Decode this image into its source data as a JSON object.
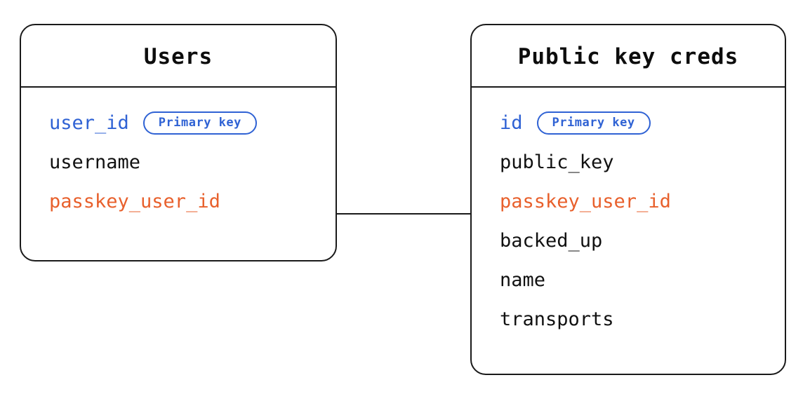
{
  "diagram": {
    "type": "entity-relationship-diagram",
    "background_color": "#ffffff",
    "colors": {
      "border": "#1a1a1a",
      "text": "#111111",
      "primary_key": "#2f62d4",
      "foreign_key": "#e8602c"
    },
    "entities": [
      {
        "id": "users",
        "title": "Users",
        "fields": [
          {
            "name": "user_id",
            "role": "pk",
            "badge": "Primary key"
          },
          {
            "name": "username",
            "role": "plain",
            "badge": null
          },
          {
            "name": "passkey_user_id",
            "role": "fk",
            "badge": null
          }
        ]
      },
      {
        "id": "public_key_creds",
        "title": "Public key creds",
        "fields": [
          {
            "name": "id",
            "role": "pk",
            "badge": "Primary key"
          },
          {
            "name": "public_key",
            "role": "plain",
            "badge": null
          },
          {
            "name": "passkey_user_id",
            "role": "fk",
            "badge": null
          },
          {
            "name": "backed_up",
            "role": "plain",
            "badge": null
          },
          {
            "name": "name",
            "role": "plain",
            "badge": null
          },
          {
            "name": "transports",
            "role": "plain",
            "badge": null
          }
        ]
      }
    ],
    "relationships": [
      {
        "id": "users-to-public-key-creds",
        "from_entity": "users",
        "from_field": "passkey_user_id",
        "to_entity": "public_key_creds",
        "to_field": "passkey_user_id",
        "style": "solid-line"
      }
    ]
  }
}
